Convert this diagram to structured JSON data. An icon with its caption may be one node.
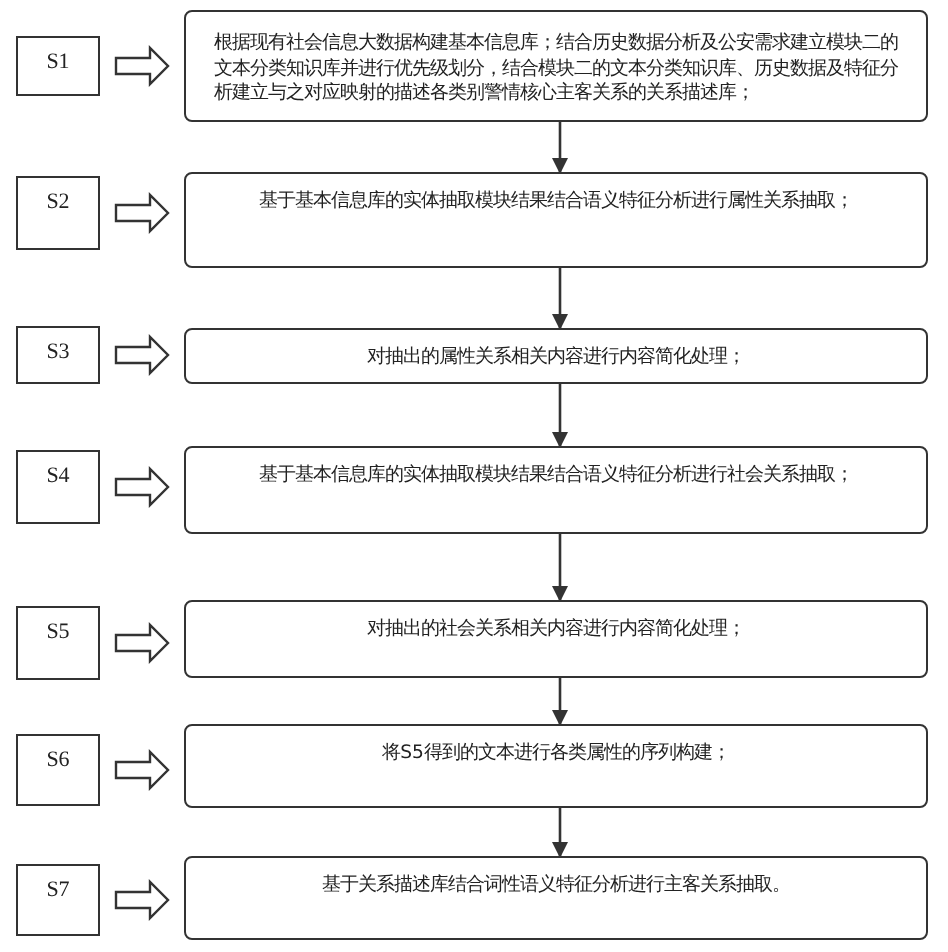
{
  "diagram": {
    "nodes": [
      {
        "text": [
          "S1"
        ]
      },
      {
        "text": [
          "根据现有社会信息大数据构建基本信息库；结合历史数据分析及公安需求建立模块二的文本分类知识库并进行优先级划分，结合模块二的文本分类知识库、历史数据及特征分析建立与之对应映射的描述各类别警情核心主客关系的关系描述库；"
        ]
      },
      {
        "text": [
          "S2"
        ]
      },
      {
        "text": [
          "基于基本信息库的实体抽取模块结果结合语义特征分析进行属性关系抽取；"
        ]
      },
      {
        "text": [
          "S3"
        ]
      },
      {
        "text": [
          "对抽出的属性关系相关内容进行内容简化处理；"
        ]
      },
      {
        "text": [
          "S4"
        ]
      },
      {
        "text": [
          "基于基本信息库的实体抽取模块结果结合语义特征分析进行社会关系抽取；"
        ]
      },
      {
        "text": [
          "S5"
        ]
      },
      {
        "text": [
          "对抽出的社会关系相关内容进行内容简化处理；"
        ]
      },
      {
        "text": [
          "S6"
        ]
      },
      {
        "text": [
          "将S5得到的文本进行各类属性的序列构建；"
        ]
      },
      {
        "text": [
          "S7"
        ]
      },
      {
        "text": [
          "基于关系描述库结合词性语义特征分析进行主客关系抽取。"
        ]
      }
    ],
    "edges": [
      {
        "from": 0,
        "to": 1,
        "arrow": "to"
      },
      {
        "from": 2,
        "to": 3,
        "arrow": "to"
      },
      {
        "from": 4,
        "to": 5,
        "arrow": "to"
      },
      {
        "from": 6,
        "to": 7,
        "arrow": "to"
      },
      {
        "from": 8,
        "to": 9,
        "arrow": "to"
      },
      {
        "from": 10,
        "to": 11,
        "arrow": "to"
      },
      {
        "from": 12,
        "to": 13,
        "arrow": "to"
      },
      {
        "from": 1,
        "to": 3,
        "arrow": "to"
      },
      {
        "from": 3,
        "to": 5,
        "arrow": "to"
      },
      {
        "from": 5,
        "to": 7,
        "arrow": "to"
      },
      {
        "from": 7,
        "to": 9,
        "arrow": "to"
      },
      {
        "from": 9,
        "to": 11,
        "arrow": "to"
      },
      {
        "from": 11,
        "to": 13,
        "arrow": "to"
      }
    ]
  }
}
